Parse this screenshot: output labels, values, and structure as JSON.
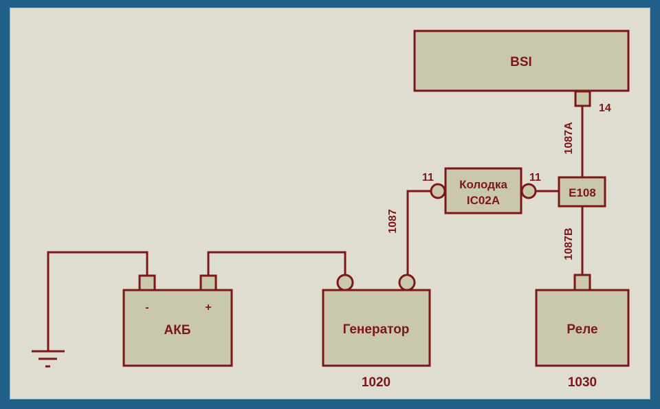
{
  "colors": {
    "frame": "#215f88",
    "background": "#deddd0",
    "component_fill": "#c9c8ad",
    "stroke_and_text": "#7d1616"
  },
  "components": {
    "bsi": {
      "label": "BSI",
      "pin": "14"
    },
    "connector": {
      "label_line1": "Колодка",
      "label_line2": "IC02A",
      "pin_left": "11",
      "pin_right": "11"
    },
    "splice": {
      "label": "E108"
    },
    "battery": {
      "label": "АКБ",
      "minus": "-",
      "plus": "+"
    },
    "generator": {
      "label": "Генератор",
      "code": "1020"
    },
    "relay": {
      "label": "Реле",
      "code": "1030"
    }
  },
  "wires": {
    "w1087a": "1087A",
    "w1087b": "1087B",
    "w1087": "1087"
  }
}
